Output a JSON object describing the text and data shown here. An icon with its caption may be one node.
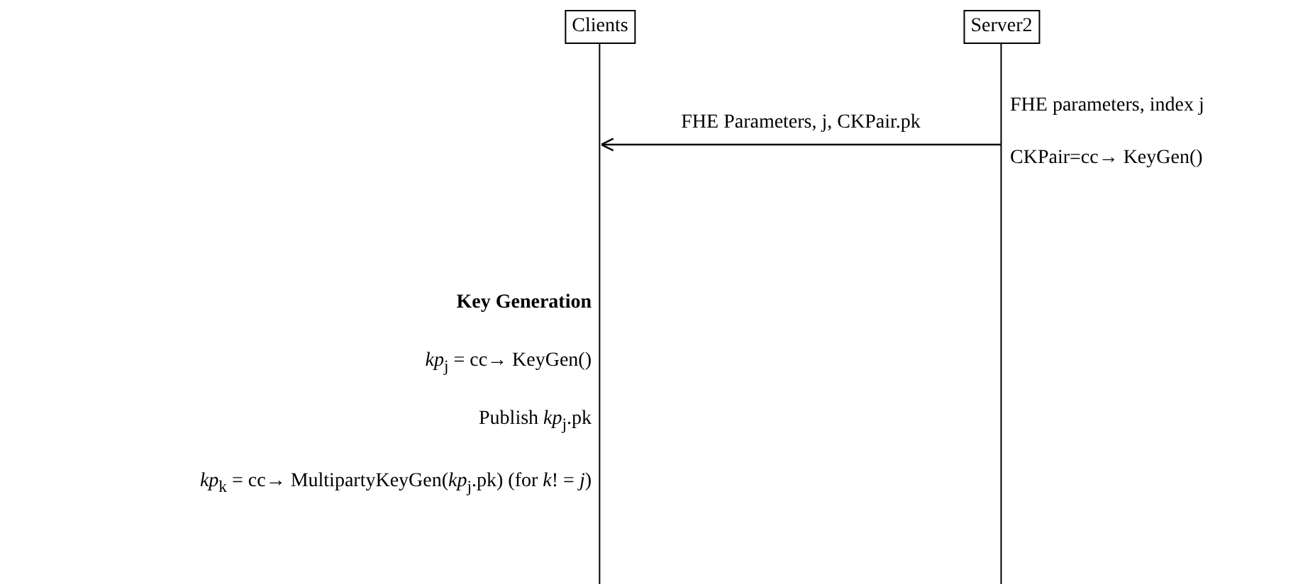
{
  "diagram": {
    "nodes": [
      {
        "text": [
          "Clients"
        ]
      },
      {
        "text": [
          "Server2"
        ]
      }
    ],
    "edges": [
      {
        "from": 1,
        "to": 0,
        "arrow": "to",
        "label": "FHE Parameters, j, CKPair.pk"
      }
    ],
    "labels": [
      "FHE parameters, index j",
      "CKPair=cc→ KeyGen()",
      "Key Generation",
      "*kp*$_{j}$ = cc→ KeyGen()",
      "Publish *kp*$_{j}$.pk",
      "*kp*$_{k}$ = cc→ MultipartyKeyGen(*kp*$_{j}$.pk) (for *k*! = *j*)"
    ]
  }
}
